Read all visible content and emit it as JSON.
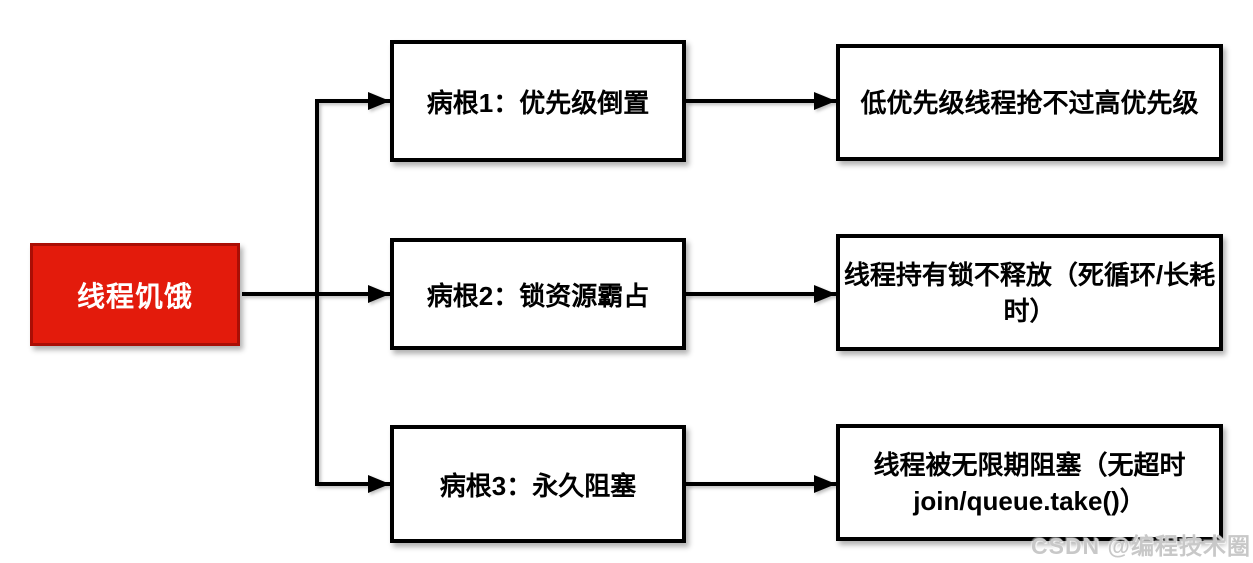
{
  "root": {
    "label": "线程饥饿"
  },
  "causes": [
    {
      "label": "病根1：优先级倒置",
      "effect": "低优先级线程抢不过高优先级"
    },
    {
      "label": "病根2：锁资源霸占",
      "effect": "线程持有锁不释放（死循环/长耗时）"
    },
    {
      "label": "病根3：永久阻塞",
      "effect": "线程被无限期阻塞（无超时join/queue.take()）"
    }
  ],
  "watermark": "CSDN @编程技术圈",
  "colors": {
    "root_fill": "#e31b0c",
    "root_border": "#aa0e05",
    "root_text": "#ffffff",
    "node_fill": "#ffffff",
    "node_border": "#000000",
    "node_text": "#000000",
    "connector": "#000000",
    "watermark_text": "#c8c8c8"
  }
}
